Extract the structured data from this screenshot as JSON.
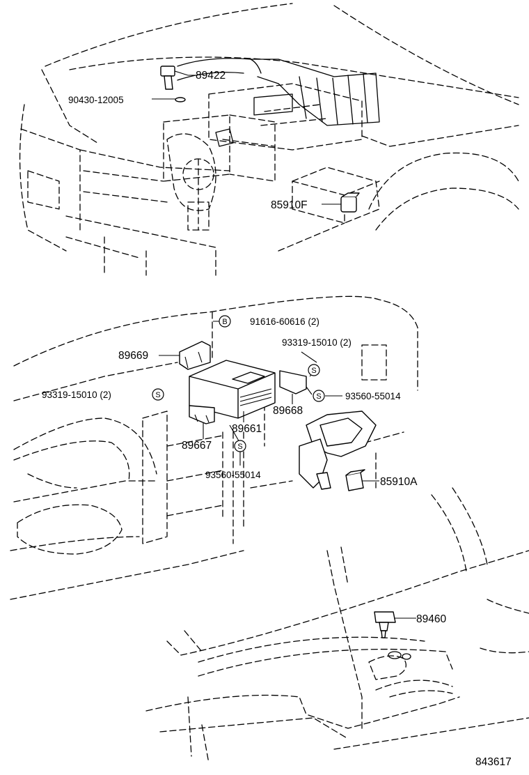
{
  "labels": {
    "sensor_top": "89422",
    "gasket_top": "90430-12005",
    "relay_f": "85910F",
    "bolt": "91616-60616 (2)",
    "bolt_symbol": "B",
    "clip_right": "93319-15010 (2)",
    "bracket_89669": "89669",
    "screw_symbol": "S",
    "bracket_89668": "89668",
    "screw_right": "93560-55014",
    "clip_left": "93319-15010 (2)",
    "ecu": "89661",
    "bracket_89667": "89667",
    "screw_left": "93560-55014",
    "relay_a": "85910A",
    "sensor_bottom": "89460",
    "catalog_number": "843617"
  }
}
